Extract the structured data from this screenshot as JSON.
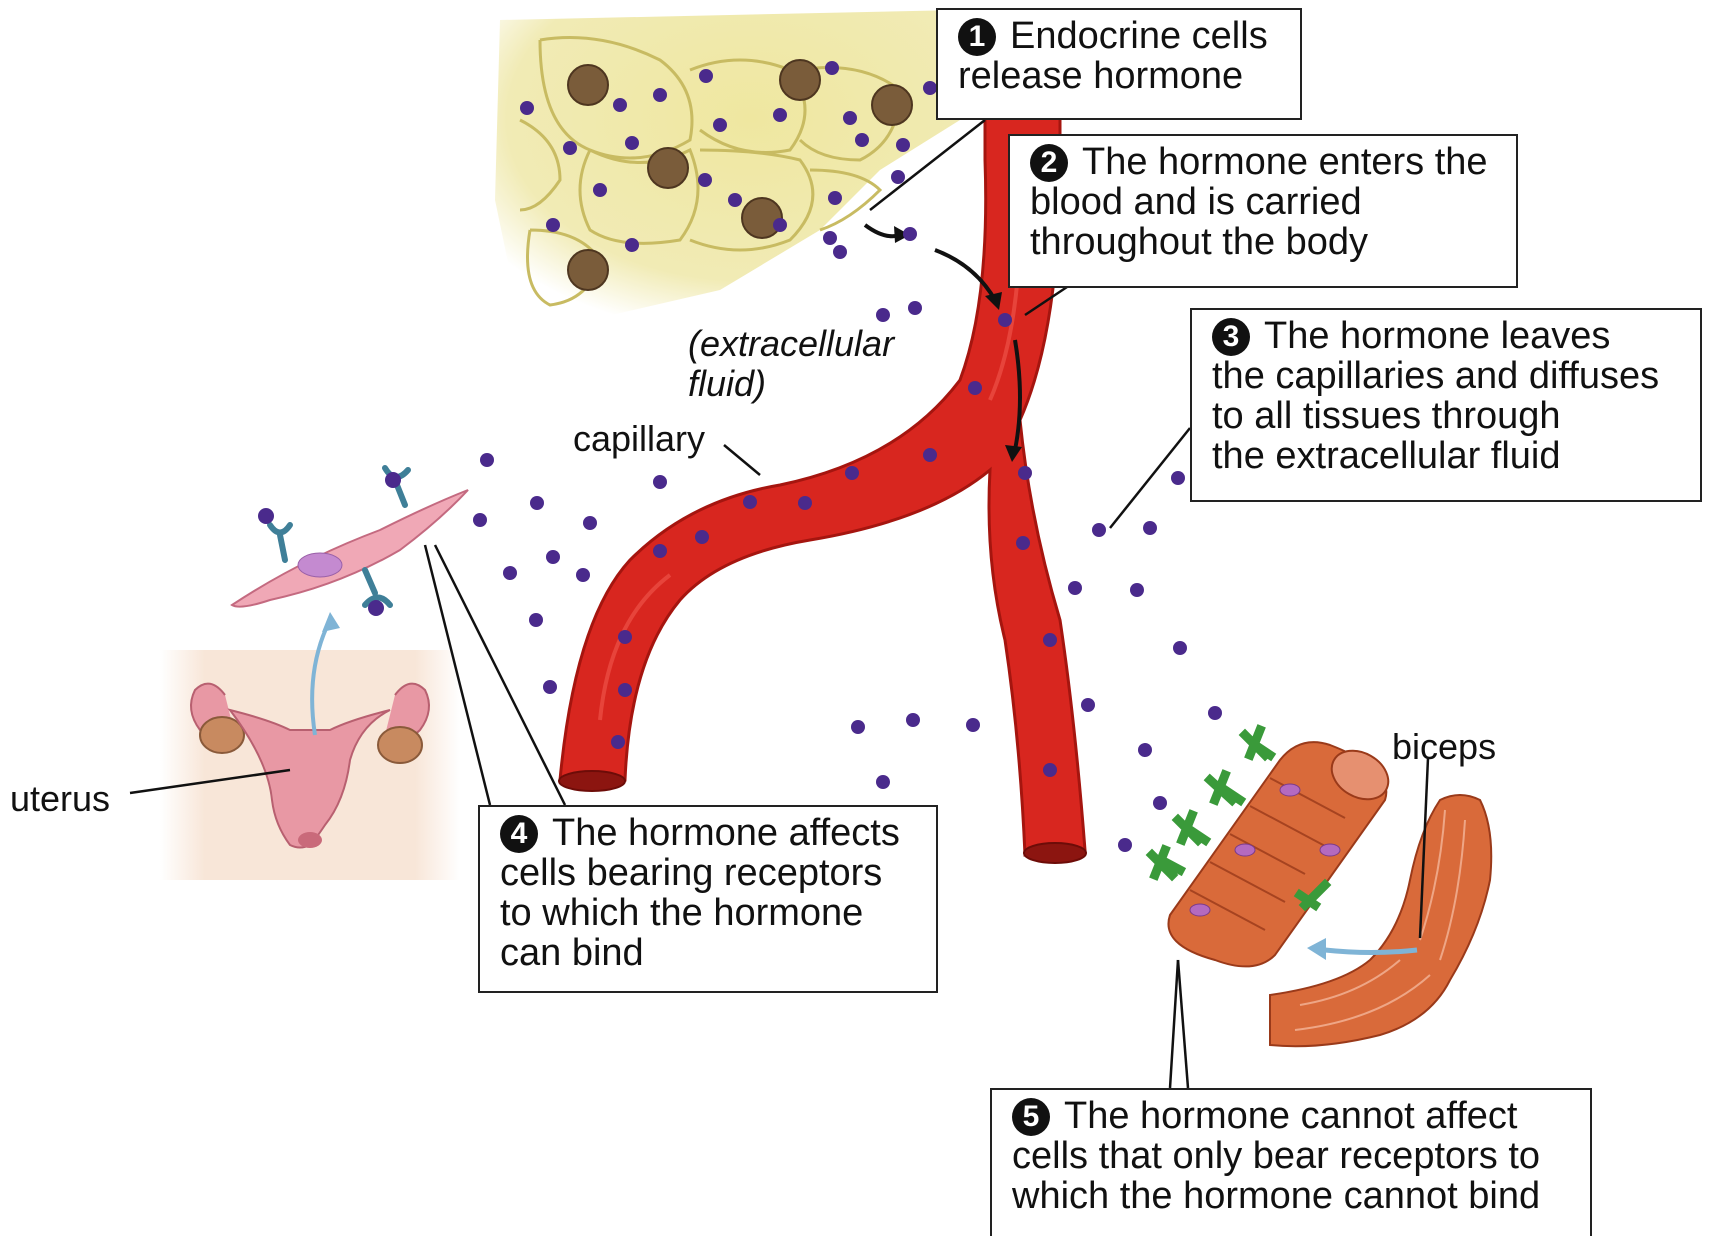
{
  "steps": [
    {
      "num": "1",
      "lines": [
        "Endocrine cells",
        "release hormone"
      ]
    },
    {
      "num": "2",
      "lines": [
        "The hormone enters the",
        "blood and is carried",
        "throughout the body"
      ]
    },
    {
      "num": "3",
      "lines": [
        "The hormone leaves",
        "the capillaries and diffuses",
        "to all tissues through",
        "the extracellular fluid"
      ]
    },
    {
      "num": "4",
      "lines": [
        "The hormone affects",
        "cells bearing receptors",
        "to which the hormone",
        "can bind"
      ]
    },
    {
      "num": "5",
      "lines": [
        "The hormone cannot affect",
        "cells that only bear receptors to",
        "which the hormone cannot bind"
      ]
    }
  ],
  "labels": {
    "extracellular_1": "(extracellular",
    "extracellular_2": "fluid)",
    "capillary": "capillary",
    "uterus": "uterus",
    "biceps": "biceps"
  },
  "colors": {
    "capillary_red": "#d8261f",
    "capillary_dark": "#a5150f",
    "hormone_purple": "#4a2a8c",
    "endocrine_yellow": "#efe7a0",
    "receptor_blue": "#3f7f98",
    "receptor_green": "#3a9a3a",
    "muscle_orange": "#d96a3a",
    "uterus_pink": "#e898a4"
  }
}
